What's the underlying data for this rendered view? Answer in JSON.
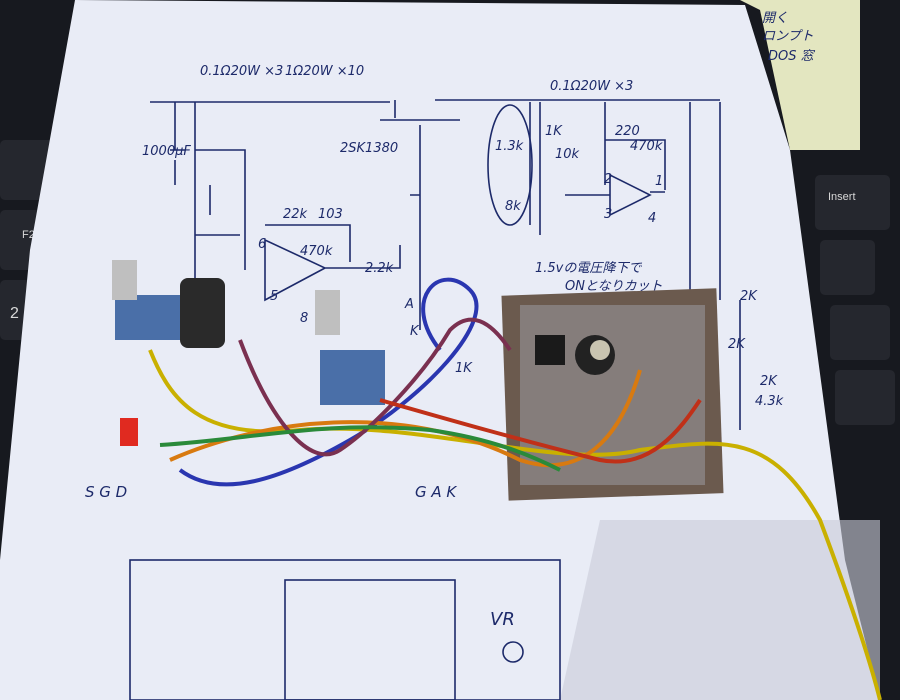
{
  "schematic_labels": {
    "r1": "0.1Ω20W ×3",
    "r2": "1Ω20W ×10",
    "r3": "0.1Ω20W ×3",
    "cap": "1000μF",
    "fet": "2SK1380",
    "r22k": "22k",
    "c103": "103",
    "r470k_a": "470k",
    "r2_2k": "2.2k",
    "r1k": "1K",
    "r1_3k": "1.3k",
    "r10k": "10k",
    "r8k": "8k",
    "r220": "220",
    "r470k_b": "470k",
    "pin1": "1",
    "pin2": "2",
    "pin3": "3",
    "pin4": "4",
    "pin5": "5",
    "pin6": "6",
    "pin8": "8",
    "note_line1": "1.5vの電圧降下で",
    "note_line2": "ONとなりカット",
    "r2k_a": "2K",
    "r2k_b": "2K",
    "r2k_c": "2K",
    "r4_3k": "4.3k",
    "bottom_left_pins": "S G D",
    "bottom_mid_pins": "G A K",
    "led_a": "A",
    "led_k": "K",
    "r1k_b": "1K",
    "vr": "VR"
  },
  "sticky_note": [
    "開く",
    "ロンプト",
    "DOS 窓"
  ],
  "keyboard_keys": [
    "Insert",
    "F2",
    "2"
  ]
}
